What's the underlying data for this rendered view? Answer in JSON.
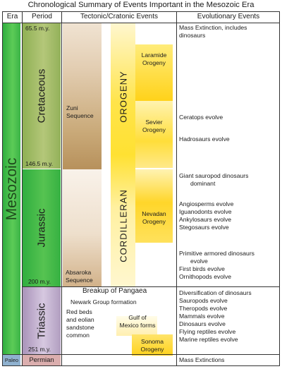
{
  "title": "Chronological Summary of Events Important in the Mesozoic Era",
  "headers": {
    "era": "Era",
    "period": "Period",
    "tectonic": "Tectonic/Cratonic Events",
    "evolutionary": "Evolutionary Events"
  },
  "era": {
    "name": "Mesozoic",
    "paleo": "Paleo"
  },
  "periods": {
    "cretaceous": {
      "name": "Cretaceous",
      "start": "146.5 m.y.",
      "end": "65.5 m.y."
    },
    "jurassic": {
      "name": "Jurassic",
      "start": "200 m.y."
    },
    "triassic": {
      "name": "Triassic",
      "start": "251 m.y."
    },
    "permian": {
      "name": "Permian"
    }
  },
  "tectonic": {
    "zuni": [
      "Zuni",
      "Sequence"
    ],
    "absaroka": [
      "Absaroka",
      "Sequence"
    ],
    "cordilleran": "CORDILLERAN",
    "orogeny": "OROGENY",
    "laramide": [
      "Laramide",
      "Orogeny"
    ],
    "sevier": [
      "Sevier",
      "Orogeny"
    ],
    "nevadan": [
      "Nevadan",
      "Orogeny"
    ],
    "pangaea": "Breakup of Pangaea",
    "newark": "Newark Group formation",
    "redbeds": [
      "Red beds",
      "and eolian",
      "sandstone",
      "common"
    ],
    "gulf": [
      "Gulf of",
      "Mexico forms"
    ],
    "sonoma": [
      "Sonoma",
      "Orogeny"
    ]
  },
  "evolution": {
    "cretaceous": [
      [
        "Mass Extinction, includes",
        "dinosaurs"
      ],
      [
        "Ceratops evolve"
      ],
      [
        "Hadrosaurs evolve"
      ]
    ],
    "jurassic": [
      [
        "Giant sauropod dinosaurs",
        "dominant"
      ],
      [
        "Angiosperms evolve",
        "Iguanodonts evolve",
        "Ankylosaurs evolve",
        "Stegosaurs evolve"
      ],
      [
        "Primitive armored dinosaurs",
        "evolve",
        "First birds evolve",
        "Ornithopods evolve"
      ]
    ],
    "triassic": [
      "Diversification of dinosaurs",
      "Sauropods evolve",
      "Theropods evolve",
      "Mammals evolve",
      "Dinosaurs evolve",
      "Flying reptiles evolve",
      "Marine reptiles evolve"
    ],
    "permian": "Mass Extinctions"
  }
}
